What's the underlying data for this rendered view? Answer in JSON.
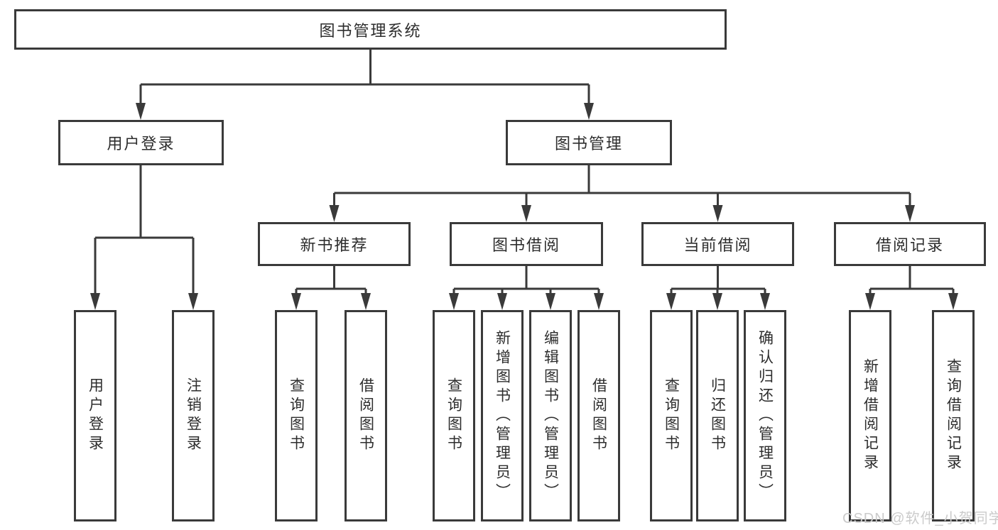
{
  "diagram_type": "hierarchy-tree",
  "tree": {
    "label": "图书管理系统",
    "children": [
      {
        "label": "用户登录",
        "children": [
          {
            "label": "用户登录"
          },
          {
            "label": "注销登录"
          }
        ]
      },
      {
        "label": "图书管理",
        "children": [
          {
            "label": "新书推荐",
            "children": [
              {
                "label": "查询图书"
              },
              {
                "label": "借阅图书"
              }
            ]
          },
          {
            "label": "图书借阅",
            "children": [
              {
                "label": "查询图书"
              },
              {
                "label": "新增图书（管理员）"
              },
              {
                "label": "编辑图书（管理员）"
              },
              {
                "label": "借阅图书"
              }
            ]
          },
          {
            "label": "当前借阅",
            "children": [
              {
                "label": "查询图书"
              },
              {
                "label": "归还图书"
              },
              {
                "label": "确认归还（管理员）"
              }
            ]
          },
          {
            "label": "借阅记录",
            "children": [
              {
                "label": "新增借阅记录"
              },
              {
                "label": "查询借阅记录"
              }
            ]
          }
        ]
      }
    ]
  },
  "watermark": {
    "text": "CSDN @软件_小贺同学"
  },
  "colors": {
    "background": "#ffffff",
    "node_border": "#3a3a3a",
    "connector_line": "#3a3a3a",
    "node_text": "#2d2d2d",
    "watermark_text": "#cbcbcb"
  }
}
